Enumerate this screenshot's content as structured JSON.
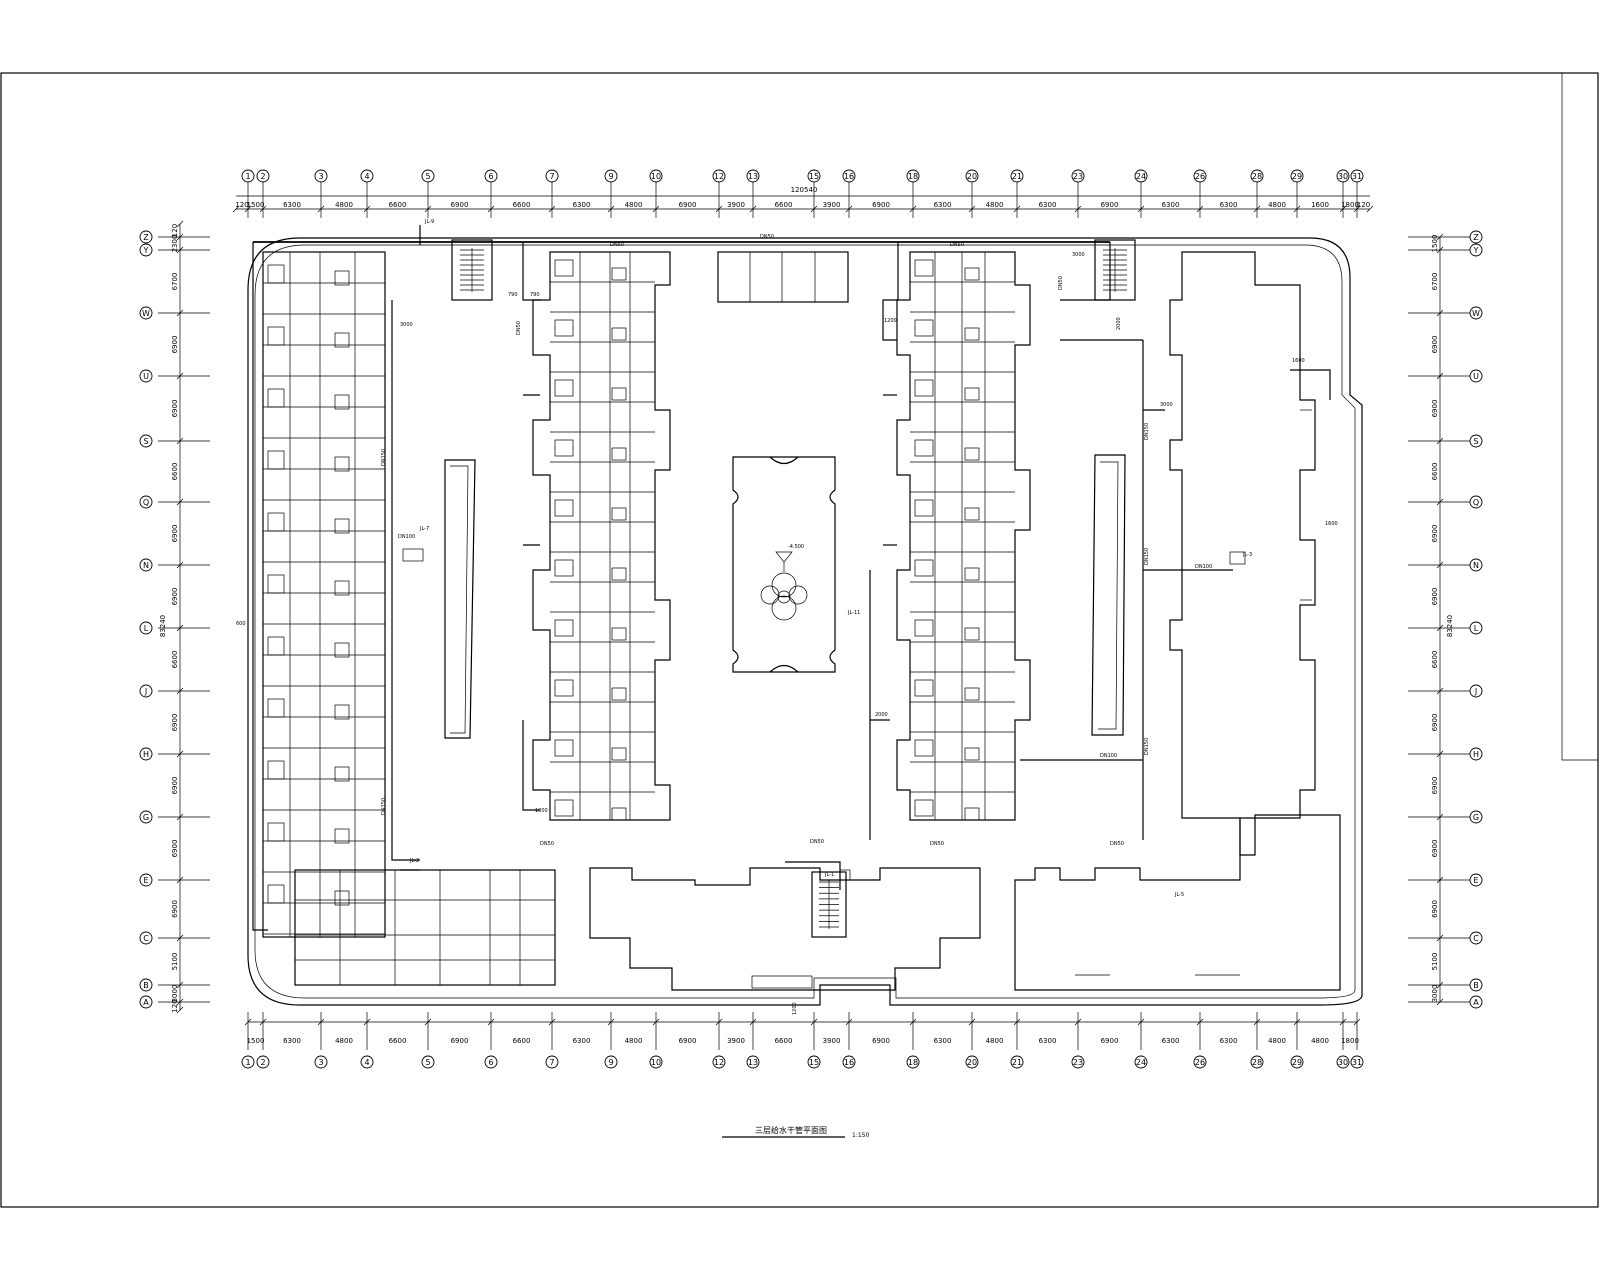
{
  "drawing": {
    "title": "三层给水干管平面图",
    "scale": "1:150"
  },
  "axes": {
    "top_total": "120540",
    "top_ids": [
      "1",
      "2",
      "3",
      "4",
      "5",
      "6",
      "7",
      "9",
      "10",
      "12",
      "13",
      "15",
      "16",
      "18",
      "20",
      "21",
      "23",
      "24",
      "26",
      "28",
      "29",
      "30",
      "31"
    ],
    "top_dims": [
      "120",
      "1500",
      "6300",
      "4800",
      "6600",
      "6900",
      "6600",
      "6300",
      "4800",
      "6900",
      "3900",
      "6600",
      "3900",
      "6900",
      "6300",
      "4800",
      "6300",
      "6900",
      "6300",
      "6300",
      "4800",
      "1600",
      "1800",
      "120"
    ],
    "bottom_ids": [
      "1",
      "2",
      "3",
      "4",
      "5",
      "6",
      "7",
      "9",
      "10",
      "12",
      "13",
      "15",
      "16",
      "18",
      "20",
      "21",
      "23",
      "24",
      "26",
      "28",
      "29",
      "30",
      "31"
    ],
    "bottom_dims": [
      "1500",
      "6300",
      "4800",
      "6600",
      "6900",
      "6600",
      "6300",
      "4800",
      "6900",
      "3900",
      "6600",
      "3900",
      "6900",
      "6300",
      "4800",
      "6300",
      "6900",
      "6300",
      "6300",
      "4800",
      "4800",
      "1800"
    ],
    "left_ids": [
      "Z",
      "Y",
      "W",
      "U",
      "S",
      "Q",
      "N",
      "L",
      "J",
      "H",
      "G",
      "E",
      "C",
      "B",
      "A"
    ],
    "left_dims": [
      "120",
      "2300",
      "6700",
      "6900",
      "6900",
      "6600",
      "6900",
      "6900",
      "6600",
      "6900",
      "6900",
      "6900",
      "6900",
      "5100",
      "3000",
      "120"
    ],
    "right_dims": [
      "1500",
      "6700",
      "6900",
      "6900",
      "6600",
      "6900",
      "6900",
      "6600",
      "6900",
      "6900",
      "6900",
      "6900",
      "5100",
      "3000"
    ],
    "side_total": "83240"
  },
  "labels": {
    "pipe_main_top": "DN50",
    "pipe_dn100": "DN100",
    "pipe_dn150": "DN150",
    "riser_jl7": "JL-7",
    "riser_jl9": "JL-9",
    "riser_jl11": "JL-11",
    "riser_jl3": "JL-3",
    "riser_jl1": "JL-1",
    "riser_jl5": "JL-5",
    "riser_jl2": "JL-2",
    "elev": "-4.500",
    "dim_790a": "790",
    "dim_790b": "790",
    "dim_3000": "3000",
    "dim_2000": "2000",
    "dim_1200": "1200",
    "dim_1600a": "1600",
    "dim_1600b": "1600",
    "dim_1000": "1000",
    "dim_600": "600",
    "dim_2000b": "2000",
    "dim_1200b": "1200"
  }
}
